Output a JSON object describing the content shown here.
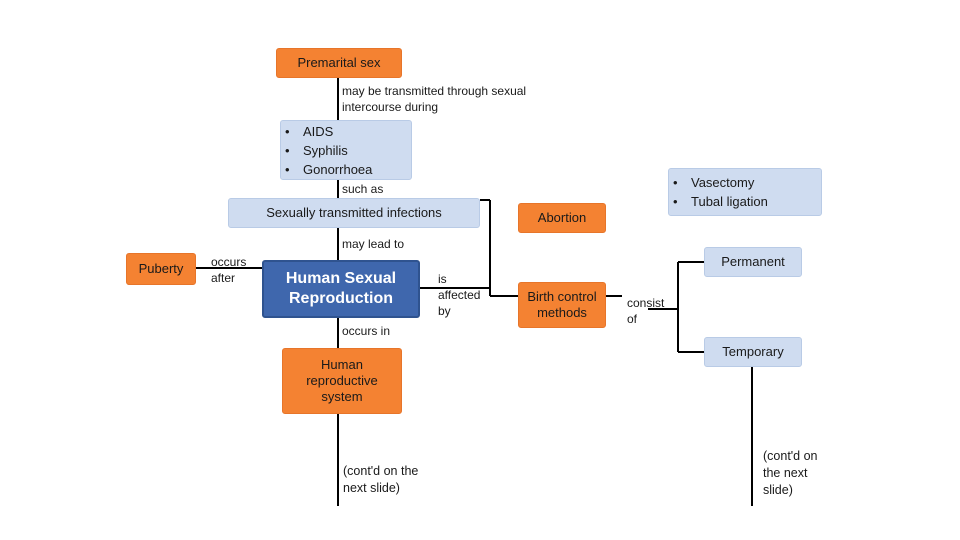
{
  "nodes": {
    "premarital_sex": "Premarital sex",
    "diseases": [
      "AIDS",
      "Syphilis",
      "Gonorrhoea"
    ],
    "sti": "Sexually transmitted infections",
    "abortion": "Abortion",
    "sterilization": [
      "Vasectomy",
      "Tubal ligation"
    ],
    "puberty": "Puberty",
    "hsr_line1": "Human Sexual",
    "hsr_line2": "Reproduction",
    "birth_control_line1": "Birth control",
    "birth_control_line2": "methods",
    "permanent": "Permanent",
    "temporary": "Temporary",
    "hrs_line1": "Human",
    "hrs_line2": "reproductive",
    "hrs_line3": "system"
  },
  "labels": {
    "transmitted_line1": "may be transmitted through sexual",
    "transmitted_line2": "intercourse during",
    "such_as": "such as",
    "may_lead_to": "may lead to",
    "occurs_line1": "occurs",
    "occurs_line2": "after",
    "affected_line1": "is",
    "affected_line2": "affected",
    "affected_line3": "by",
    "occurs_in": "occurs in",
    "consist_line1": "consist",
    "consist_line2": "of",
    "contd_left_line1": "(cont'd on the",
    "contd_left_line2": "next slide)",
    "contd_right_line1": "(cont'd on",
    "contd_right_line2": "the next",
    "contd_right_line3": "slide)"
  },
  "colors": {
    "orange": "#f48232",
    "light_blue": "#cfdcf0",
    "dark_blue": "#3f67ad",
    "line": "#000000"
  }
}
